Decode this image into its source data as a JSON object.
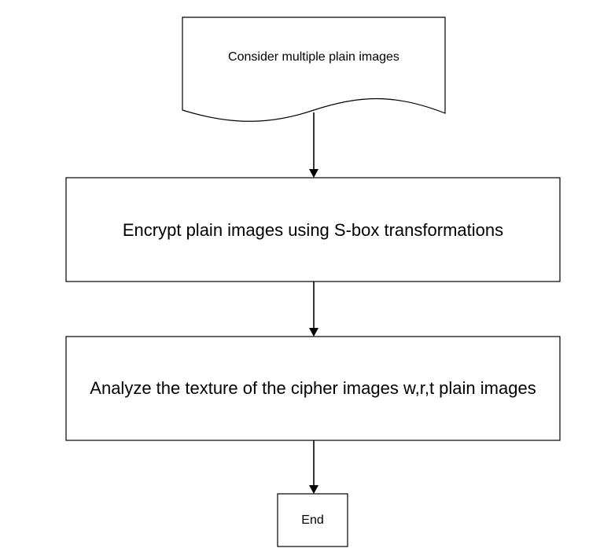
{
  "nodes": {
    "document": {
      "label": "Consider multiple plain images"
    },
    "encrypt": {
      "label": "Encrypt plain images using S-box transformations"
    },
    "analyze": {
      "label": "Analyze the texture of the cipher images w,r,t plain images"
    },
    "end": {
      "label": "End"
    }
  },
  "colors": {
    "stroke": "#000000",
    "fill": "#ffffff",
    "text": "#000000"
  }
}
